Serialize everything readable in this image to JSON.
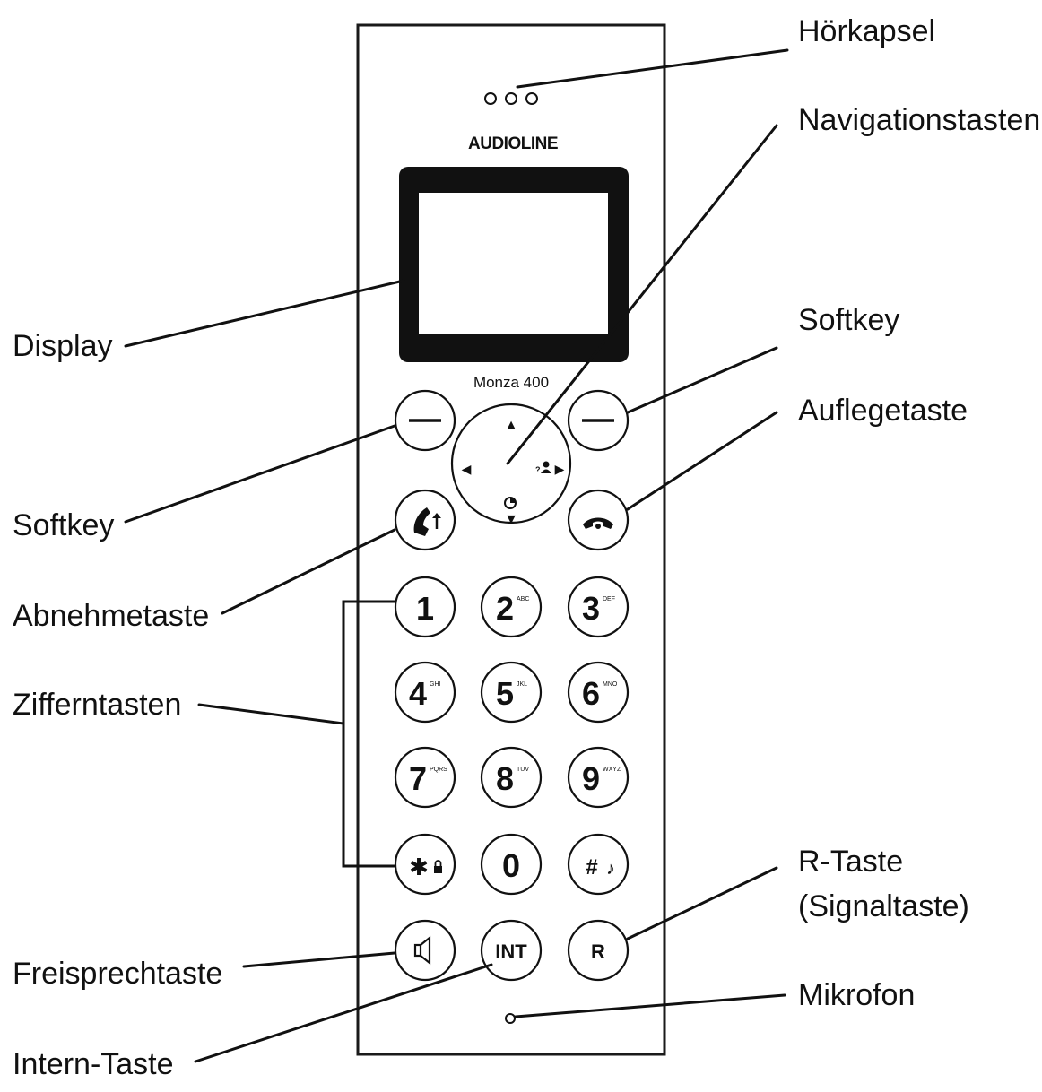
{
  "brand": "AUDIOLINE",
  "model": "Monza 400",
  "labels": {
    "hoerkapsel": "Hörkapsel",
    "navigationstasten": "Navigationstasten",
    "display": "Display",
    "softkey_right": "Softkey",
    "auflegetaste": "Auflegetaste",
    "softkey_left": "Softkey",
    "abnehmetaste": "Abnehmetaste",
    "zifferntasten": "Zifferntasten",
    "r_taste_line1": "R-Taste",
    "r_taste_line2": "(Signaltaste)",
    "freisprechtaste": "Freisprechtaste",
    "mikrofon": "Mikrofon",
    "intern_taste": "Intern-Taste"
  },
  "keys": {
    "digits": [
      "1",
      "2",
      "3",
      "4",
      "5",
      "6",
      "7",
      "8",
      "9",
      "0"
    ],
    "sublabels": {
      "2": "ABC",
      "3": "DEF",
      "4": "GHI",
      "5": "JKL",
      "6": "MNO",
      "7": "PQRS",
      "8": "TUV",
      "9": "WXYZ"
    },
    "star": "✱",
    "lock_symbol": "🔒",
    "hash": "#",
    "note_symbol": "♪",
    "int": "INT",
    "r": "R",
    "speaker_symbol": "🕪"
  },
  "nav": {
    "up": "▲",
    "down": "▼",
    "left": "◀",
    "right": "▶"
  },
  "colors": {
    "ink": "#111111",
    "background": "#ffffff"
  }
}
